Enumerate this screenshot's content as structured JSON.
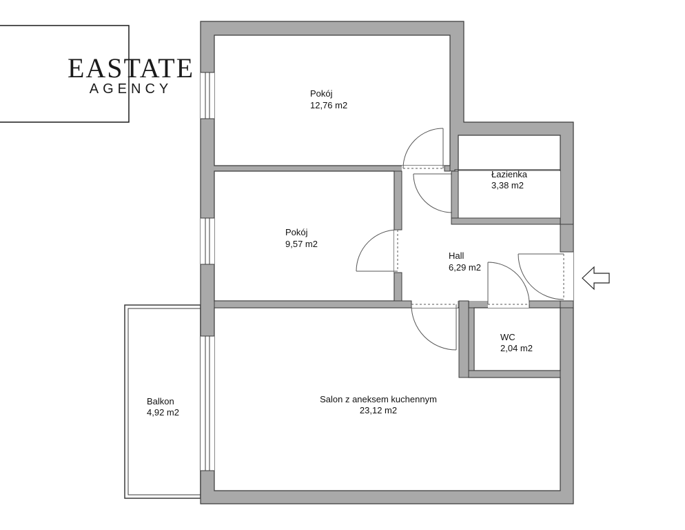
{
  "logo": {
    "name": "EASTATE",
    "sub": "AGENCY"
  },
  "rooms": {
    "pokoj_1": {
      "name": "Pokój",
      "area": "12,76 m2"
    },
    "pokoj_2": {
      "name": "Pokój",
      "area": "9,57 m2"
    },
    "lazienka": {
      "name": "Łazienka",
      "area": "3,38 m2"
    },
    "hall": {
      "name": "Hall",
      "area": "6,29 m2"
    },
    "wc": {
      "name": "WC",
      "area": "2,04 m2"
    },
    "salon": {
      "name": "Salon z aneksem kuchennym",
      "area": "23,12 m2"
    },
    "balkon": {
      "name": "Balkon",
      "area": "4,92 m2"
    }
  },
  "colors": {
    "wall_fill": "#a9a9a9",
    "wall_stroke": "#3a3a3a",
    "door_line": "#555555"
  }
}
